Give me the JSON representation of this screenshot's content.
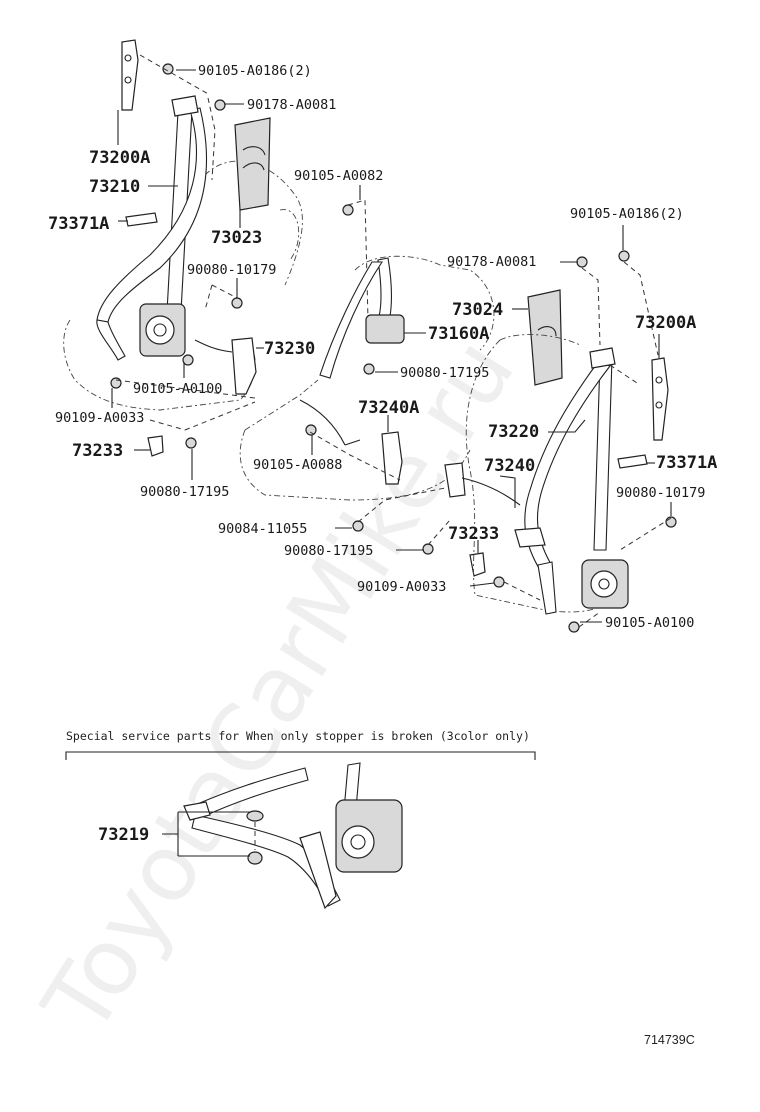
{
  "diagram": {
    "watermark": "ToyotaCarMike.ru",
    "figure_code": "714739C",
    "note": "Special service parts for When only stopper is broken (3color only)",
    "labels": {
      "p_90105_A0186_2_left": "90105-A0186(2)",
      "p_90178_A0081_left": "90178-A0081",
      "p_73200A_left": "73200A",
      "p_73210": "73210",
      "p_73371A_left": "73371A",
      "p_73023": "73023",
      "p_90105_A0082": "90105-A0082",
      "p_90080_10179_left": "90080-10179",
      "p_73230": "73230",
      "p_90105_A0100_left": "90105-A0100",
      "p_90109_A0033_left": "90109-A0033",
      "p_73233_left": "73233",
      "p_90080_17195_left": "90080-17195",
      "p_90105_A0186_2_right": "90105-A0186(2)",
      "p_90178_A0081_right": "90178-A0081",
      "p_73024": "73024",
      "p_73160A": "73160A",
      "p_73200A_right": "73200A",
      "p_90080_17195_mid": "90080-17195",
      "p_73240A": "73240A",
      "p_73220": "73220",
      "p_73371A_right": "73371A",
      "p_90105_A0088": "90105-A0088",
      "p_73240": "73240",
      "p_90080_10179_right": "90080-10179",
      "p_90084_11055": "90084-11055",
      "p_73233_mid": "73233",
      "p_90080_17195_low": "90080-17195",
      "p_90109_A0033_right": "90109-A0033",
      "p_90105_A0100_right": "90105-A0100",
      "p_73219": "73219"
    }
  }
}
